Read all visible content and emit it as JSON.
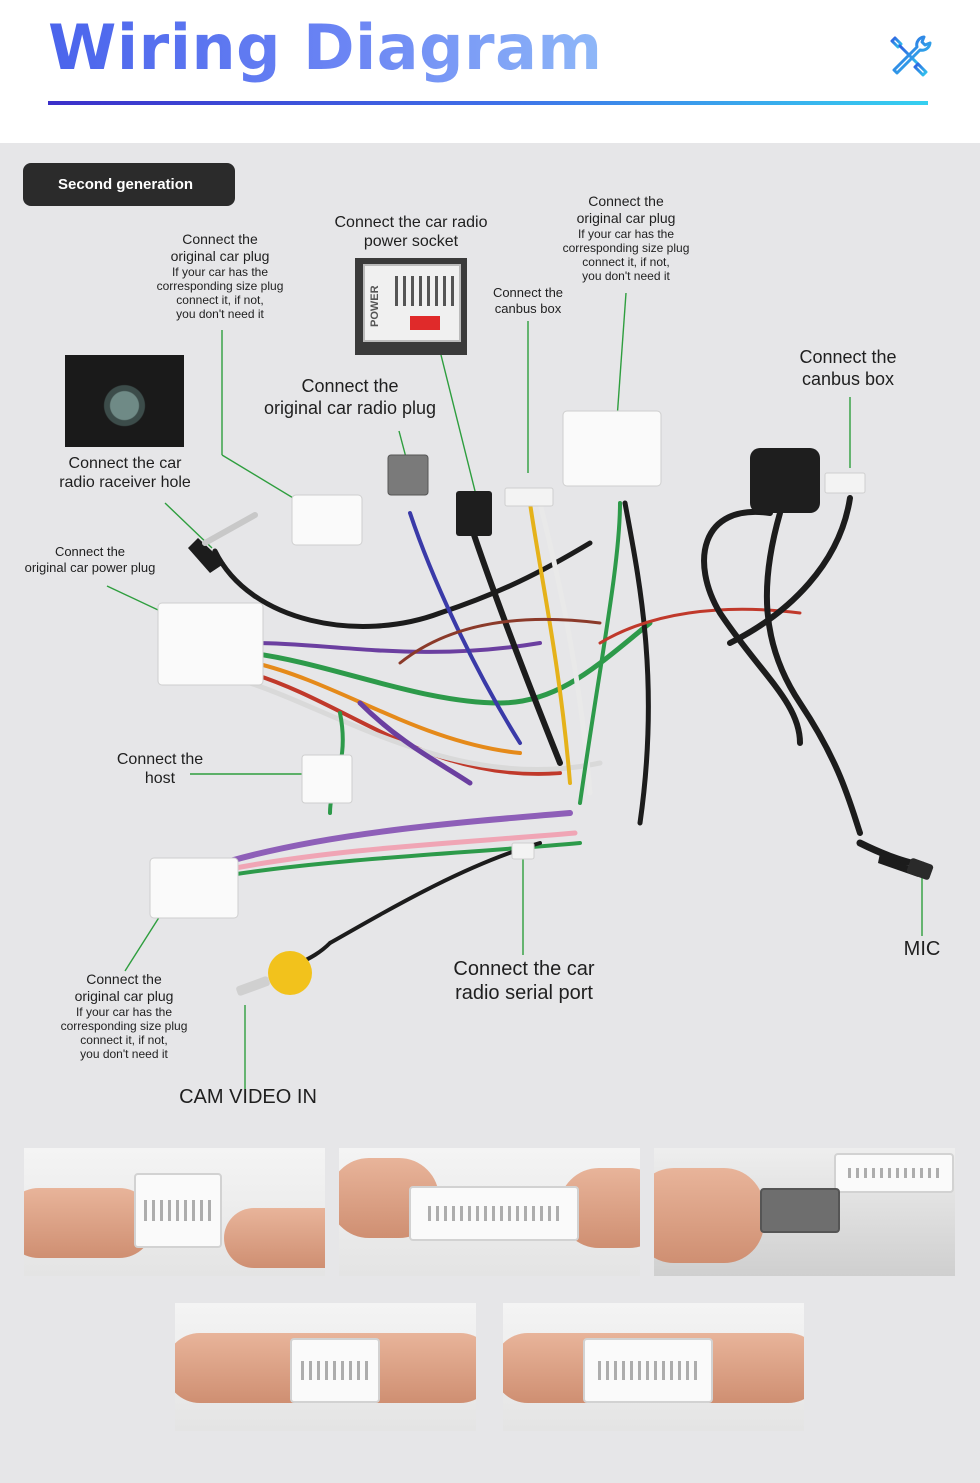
{
  "header": {
    "title": "Wiring Diagram"
  },
  "icons": {
    "tools": "tools-icon"
  },
  "colors": {
    "title_gradient": [
      "#4a64ec",
      "#8fb8f8"
    ],
    "rule_gradient": [
      "#3b2fc9",
      "#35d0f0"
    ],
    "leader_line": "#2e9e3e",
    "background": "#e6e6e8",
    "badge": "#2b2b2b"
  },
  "badge": {
    "label": "Second generation"
  },
  "socket_photo": {
    "label": "POWER"
  },
  "labels": {
    "orig_plug_top_left": {
      "main": [
        "Connect the",
        "original car plug"
      ],
      "sub": [
        "If your car has the",
        "corresponding size plug",
        "connect it, if not,",
        "you don't need it"
      ]
    },
    "power_socket": {
      "main": [
        "Connect the car radio",
        "power socket"
      ]
    },
    "orig_plug_top_right": {
      "main": [
        "Connect the",
        "original car plug"
      ],
      "sub": [
        "If your car has the",
        "corresponding size plug",
        "connect it, if not,",
        "you don't need it"
      ]
    },
    "canbus_small": {
      "main": [
        "Connect the",
        "canbus box"
      ]
    },
    "canbus_right": {
      "main": [
        "Connect the",
        "canbus box"
      ]
    },
    "radio_plug": {
      "main": [
        "Connect the",
        "original car radio plug"
      ]
    },
    "receiver_hole": {
      "main": [
        "Connect the  car",
        "radio raceiver hole"
      ]
    },
    "power_plug": {
      "main": [
        "Connect the",
        "original car power plug"
      ]
    },
    "host": {
      "main": [
        "Connect the",
        "host"
      ]
    },
    "orig_plug_bottom": {
      "main": [
        "Connect the",
        "original car plug"
      ],
      "sub": [
        "If your car has the",
        "corresponding size plug",
        "connect it, if not,",
        "you don't need it"
      ]
    },
    "cam": {
      "main": [
        "CAM VIDEO IN"
      ]
    },
    "serial": {
      "main": [
        "Connect the car",
        "radio  serial port"
      ]
    },
    "mic": {
      "main": [
        "MIC"
      ]
    }
  }
}
